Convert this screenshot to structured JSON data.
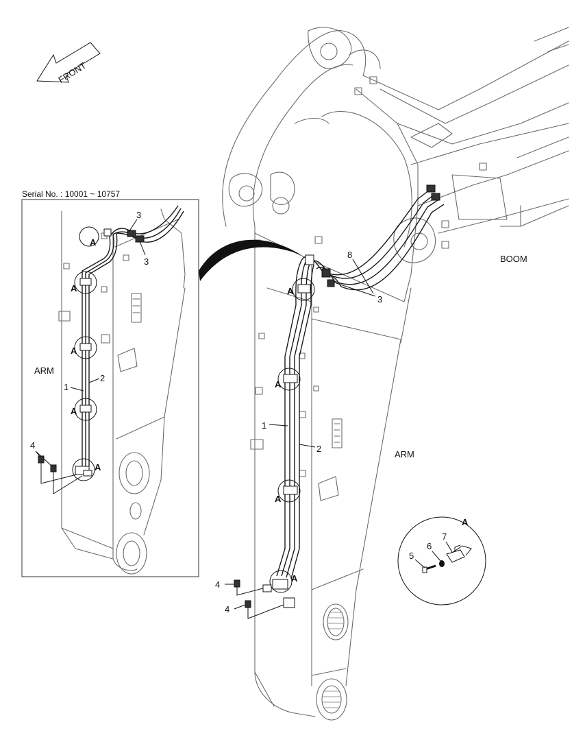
{
  "diagram": {
    "front_label": "FRONT",
    "serial_no": "Serial No. : 10001 ~ 10757",
    "labels": {
      "boom": "BOOM",
      "arm_main": "ARM",
      "arm_inset": "ARM",
      "detail_a": "A",
      "clamp_a": "A"
    },
    "parts": {
      "p1": "1",
      "p2": "2",
      "p3": "3",
      "p4": "4",
      "p5": "5",
      "p6": "6",
      "p7": "7",
      "p8": "8"
    }
  }
}
